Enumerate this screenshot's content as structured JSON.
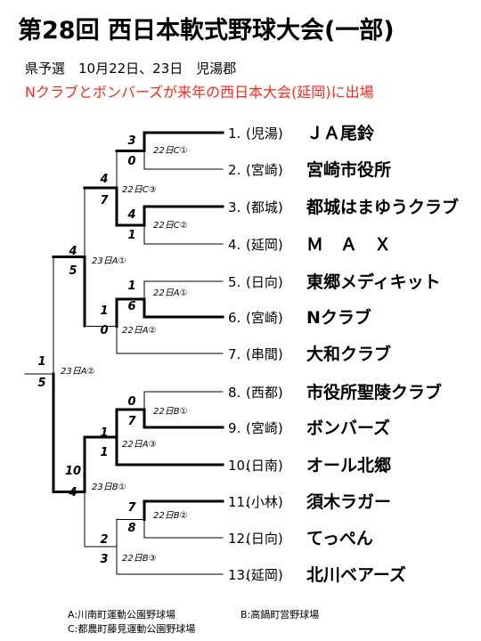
{
  "title": "第28回 西日本軟式野球大会(一部)",
  "subtitle": "県予選　10月22日、23日　児湯郡",
  "headline": "Nクラブとボンバーズが来年の西日本大会(延岡)に出場",
  "teams": [
    {
      "num": "1.",
      "loc": "(児湯)",
      "name": "ＪＡ尾鈴"
    },
    {
      "num": "2.",
      "loc": "(宮崎)",
      "name": "宮崎市役所"
    },
    {
      "num": "3.",
      "loc": "(都城)",
      "name": "都城はまゆうクラブ"
    },
    {
      "num": "4.",
      "loc": "(延岡)",
      "name": "Ｍ　Ａ　Ｘ"
    },
    {
      "num": "5.",
      "loc": "(日向)",
      "name": "東郷メディキット"
    },
    {
      "num": "6.",
      "loc": "(宮崎)",
      "name": "Nクラブ"
    },
    {
      "num": "7.",
      "loc": "(串間)",
      "name": "大和クラブ"
    },
    {
      "num": "8.",
      "loc": "(西都)",
      "name": "市役所聖陵クラブ"
    },
    {
      "num": "9.",
      "loc": "(宮崎)",
      "name": "ボンバーズ"
    },
    {
      "num": "10.",
      "loc": "(日南)",
      "name": "オール北郷"
    },
    {
      "num": "11.",
      "loc": "(小林)",
      "name": "須木ラガー"
    },
    {
      "num": "12.",
      "loc": "(日向)",
      "name": "てっぺん"
    },
    {
      "num": "13.",
      "loc": "(延岡)",
      "name": "北川ベアーズ"
    }
  ],
  "matches": [
    {
      "code": "22日C①",
      "top_score": "3",
      "bottom_score": "0"
    },
    {
      "code": "22日C②",
      "top_score": "4",
      "bottom_score": "1"
    },
    {
      "code": "22日C③",
      "top_score": "4",
      "bottom_score": "7"
    },
    {
      "code": "22日A①",
      "top_score": "1",
      "bottom_score": "6"
    },
    {
      "code": "22日A②",
      "top_score": "1",
      "bottom_score": "0"
    },
    {
      "code": "23日A①",
      "top_score": "4",
      "bottom_score": "5"
    },
    {
      "code": "22日B①",
      "top_score": "0",
      "bottom_score": "7"
    },
    {
      "code": "22日A③",
      "top_score": "1",
      "bottom_score": "1"
    },
    {
      "code": "22日B②",
      "top_score": "7",
      "bottom_score": "8"
    },
    {
      "code": "22日B③",
      "top_score": "2",
      "bottom_score": "3"
    },
    {
      "code": "23日B①",
      "top_score": "10",
      "bottom_score": "4"
    },
    {
      "code": "23日A②",
      "top_score": "1",
      "bottom_score": "5"
    }
  ],
  "legend": {
    "a": "A:川南町運動公園野球場",
    "b": "B:高鍋町営野球場",
    "c": "C:都農町藤見運動公園野球場"
  }
}
